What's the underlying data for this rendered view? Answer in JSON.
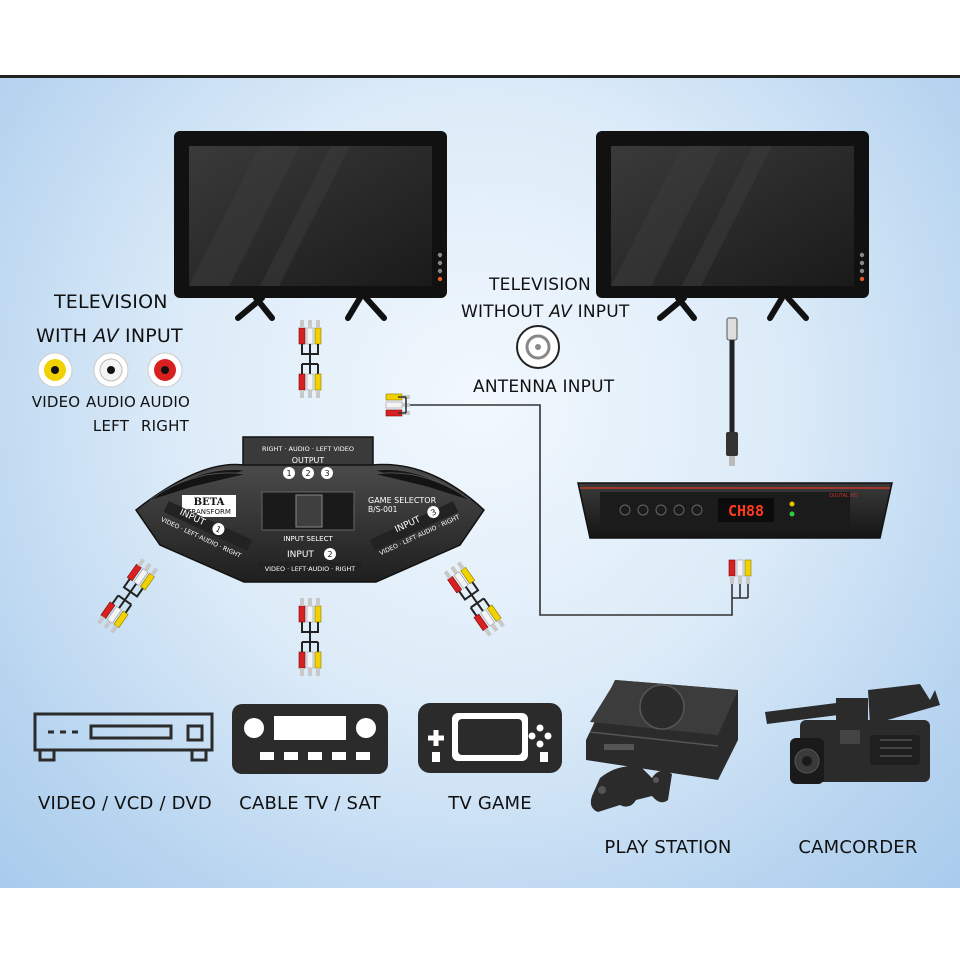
{
  "labels": {
    "tv_with_av_line1": "TELEVISION",
    "tv_with_av_line2_pre": "WITH ",
    "tv_with_av_line2_em": "AV",
    "tv_with_av_line2_post": " INPUT",
    "tv_without_av_line1": "TELEVISION",
    "tv_without_av_line2_pre": "WITHOUT ",
    "tv_without_av_line2_em": "AV",
    "tv_without_av_line2_post": " INPUT",
    "antenna_input": "ANTENNA INPUT"
  },
  "av_jacks": [
    {
      "label1": "VIDEO",
      "label2": "",
      "color": "#f2d100"
    },
    {
      "label1": "AUDIO",
      "label2": "LEFT",
      "color": "#f4f4f4"
    },
    {
      "label1": "AUDIO",
      "label2": "RIGHT",
      "color": "#d92020"
    }
  ],
  "switch_box": {
    "top_strip": "RIGHT · AUDIO · LEFT  VIDEO",
    "output_label": "OUTPUT",
    "output_nums": [
      "1",
      "2",
      "3"
    ],
    "brand_line1": "BETA",
    "brand_line2": "TRANSFORM",
    "model_line1": "GAME SELECTOR",
    "model_line2": "B/S-001",
    "input_select": "INPUT SELECT",
    "input1_label": "INPUT",
    "input1_num": "1",
    "input1_strip": "VIDEO · LEFT·AUDIO · RIGHT",
    "input2_label": "INPUT",
    "input2_num": "2",
    "input2_strip": "VIDEO · LEFT·AUDIO · RIGHT",
    "input3_label": "INPUT",
    "input3_num": "3",
    "input3_strip": "VIDEO · LEFT·AUDIO · RIGHT"
  },
  "receiver": {
    "display": "CH88",
    "brand": "DIGITAL HD"
  },
  "devices": [
    {
      "name": "VIDEO / VCD / DVD"
    },
    {
      "name": "CABLE TV / SAT"
    },
    {
      "name": "TV GAME"
    },
    {
      "name": "PLAY STATION"
    },
    {
      "name": "CAMCORDER"
    }
  ],
  "colors": {
    "video_plug": "#f2d100",
    "audio_left_plug": "#f4f4f4",
    "audio_right_plug": "#d92020",
    "device_body": "#2b2b2b",
    "receiver_accent": "#c0392b",
    "display_red": "#ff3b1f"
  }
}
